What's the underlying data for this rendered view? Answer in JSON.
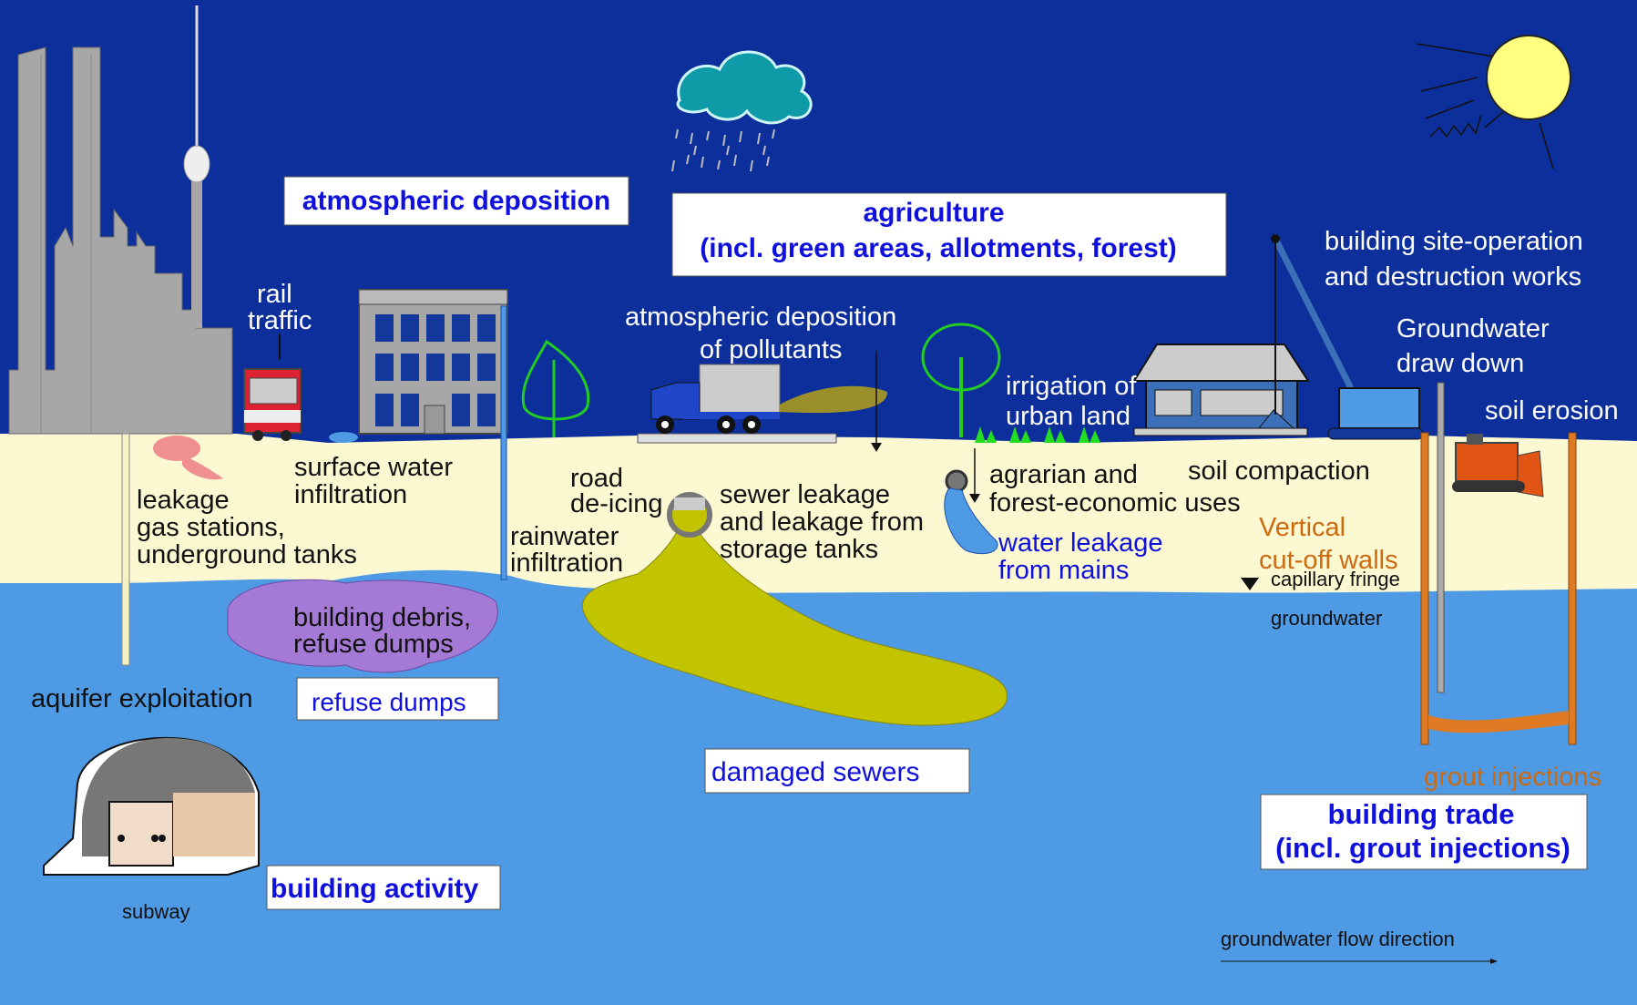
{
  "colors": {
    "sky": "#0c2f9c",
    "soil": "#fbf8d2",
    "water": "#4e9ae4",
    "box_text_blue": "#1010dd",
    "label_orange": "#cc6a11",
    "plume": "#c3c400",
    "debris": "#a57ad6",
    "leak_pink": "#f08f8f",
    "buildings": "#a7a7a7",
    "sun": "#ffff80"
  },
  "icons": [
    "city-skyline-icon",
    "tv-tower-icon",
    "tram-icon",
    "office-building-icon",
    "cloud-icon",
    "rain-icon",
    "sun-icon",
    "truck-icon",
    "tree-icon",
    "farm-shed-icon",
    "crane-icon",
    "bulldozer-icon",
    "subway-train-icon",
    "sewer-pipe-icon",
    "water-main-icon"
  ],
  "boxes": {
    "atmospheric_deposition": "atmospheric deposition",
    "agriculture_1": "agriculture",
    "agriculture_2": "(incl. green areas, allotments, forest)",
    "refuse_dumps": "refuse dumps",
    "damaged_sewers": "damaged sewers",
    "building_activity": "building activity",
    "building_trade_1": "building trade",
    "building_trade_2": "(incl. grout injections)"
  },
  "labels": {
    "rail_traffic_1": "rail",
    "rail_traffic_2": "traffic",
    "atm_pollutants_1": "atmospheric deposition",
    "atm_pollutants_2": "of pollutants",
    "building_site_1": "building site-operation",
    "building_site_2": "and destruction works",
    "gw_drawdown_1": "Groundwater",
    "gw_drawdown_2": "draw down",
    "soil_erosion": "soil erosion",
    "irrigation_1": "irrigation of",
    "irrigation_2": "urban land",
    "surface_water_1": "surface water",
    "surface_water_2": "infiltration",
    "leakage_1": "leakage",
    "leakage_2": "gas stations,",
    "leakage_3": "underground tanks",
    "road_deicing_1": "road",
    "road_deicing_2": "de-icing",
    "sewer_leakage_1": "sewer leakage",
    "sewer_leakage_2": "and leakage from",
    "sewer_leakage_3": "storage tanks",
    "agrarian_1": "agrarian and",
    "agrarian_2": "forest-economic uses",
    "soil_compaction": "soil compaction",
    "rainwater_1": "rainwater",
    "rainwater_2": "infiltration",
    "water_leakage_1": "water leakage",
    "water_leakage_2": "from mains",
    "vertical_1": "Vertical",
    "vertical_2": "cut-off walls",
    "capillary_fringe": "capillary fringe",
    "groundwater": "groundwater",
    "building_debris_1": "building debris,",
    "building_debris_2": "refuse dumps",
    "aquifer_exploitation": "aquifer exploitation",
    "grout_injections": "grout injections",
    "subway": "subway",
    "gw_flow_direction": "groundwater flow direction"
  }
}
